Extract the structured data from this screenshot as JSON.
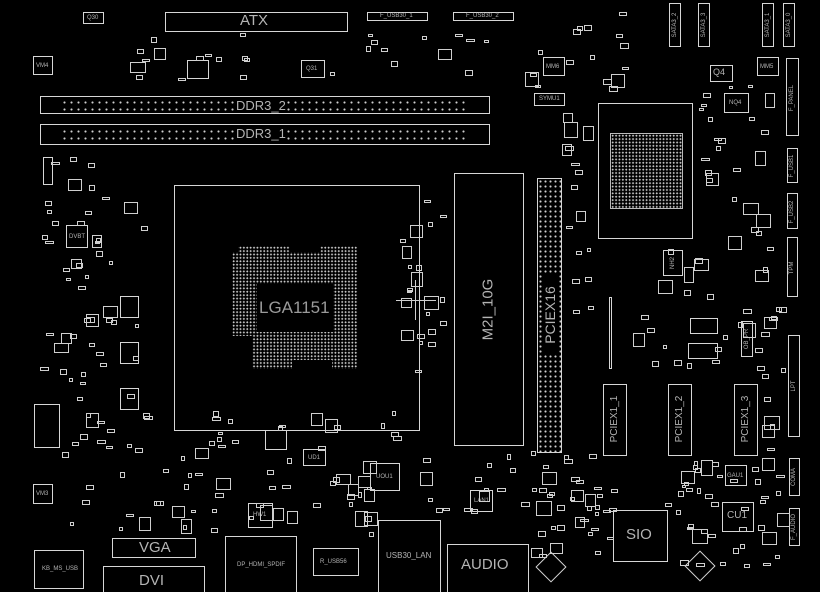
{
  "board": {
    "connectors": {
      "atx": "ATX",
      "ddr3_2": "DDR3_2",
      "ddr3_1": "DDR3_1",
      "f_usb30_1": "F_USB30_1",
      "f_usb30_2": "F_USB30_2",
      "cpu_socket": "LGA1151",
      "m2": "M2I_10G",
      "pciex16": "PCIEX16",
      "pciex1_1": "PCIEX1_1",
      "pciex1_2": "PCIEX1_2",
      "pciex1_3": "PCIEX1_3",
      "sata3_2": "SATA3_2",
      "sata3_3": "SATA3_3",
      "sata3_1": "SATA3_1",
      "sata3_0": "SATA3_0",
      "f_panel": "F_PANEL",
      "f_usb1": "F_USB1",
      "f_usb2": "F_USB2",
      "tpm": "TPM",
      "lpt": "LPT",
      "com_a": "COMA",
      "f_audio": "F_AUDIO",
      "vga": "VGA",
      "dvi": "DVI",
      "kb_ms_usb": "KB_MS_USB",
      "dp_hdmi_spdif": "DP_HDMI_SPDIF",
      "r_usb56": "R_USB56",
      "usb3_lan": "USB30_LAN",
      "audio": "AUDIO"
    },
    "chips": {
      "sio": "SIO",
      "cu1": "CU1",
      "gau1": "GAU1",
      "lan1": "LAN1",
      "hw1": "HW1",
      "uou1": "UOU1",
      "ud1": "UD1",
      "q30": "Q30",
      "q31": "Q31",
      "q4": "Q4",
      "mm5": "MM5",
      "mm6": "MM6",
      "symu1": "SYMU1",
      "nq4": "NQ4",
      "vm1": "VM4",
      "vm2": "VM3",
      "ndvbt": "DVBT",
      "nh2": "NH2",
      "ob_pr": "OB_PR"
    }
  }
}
